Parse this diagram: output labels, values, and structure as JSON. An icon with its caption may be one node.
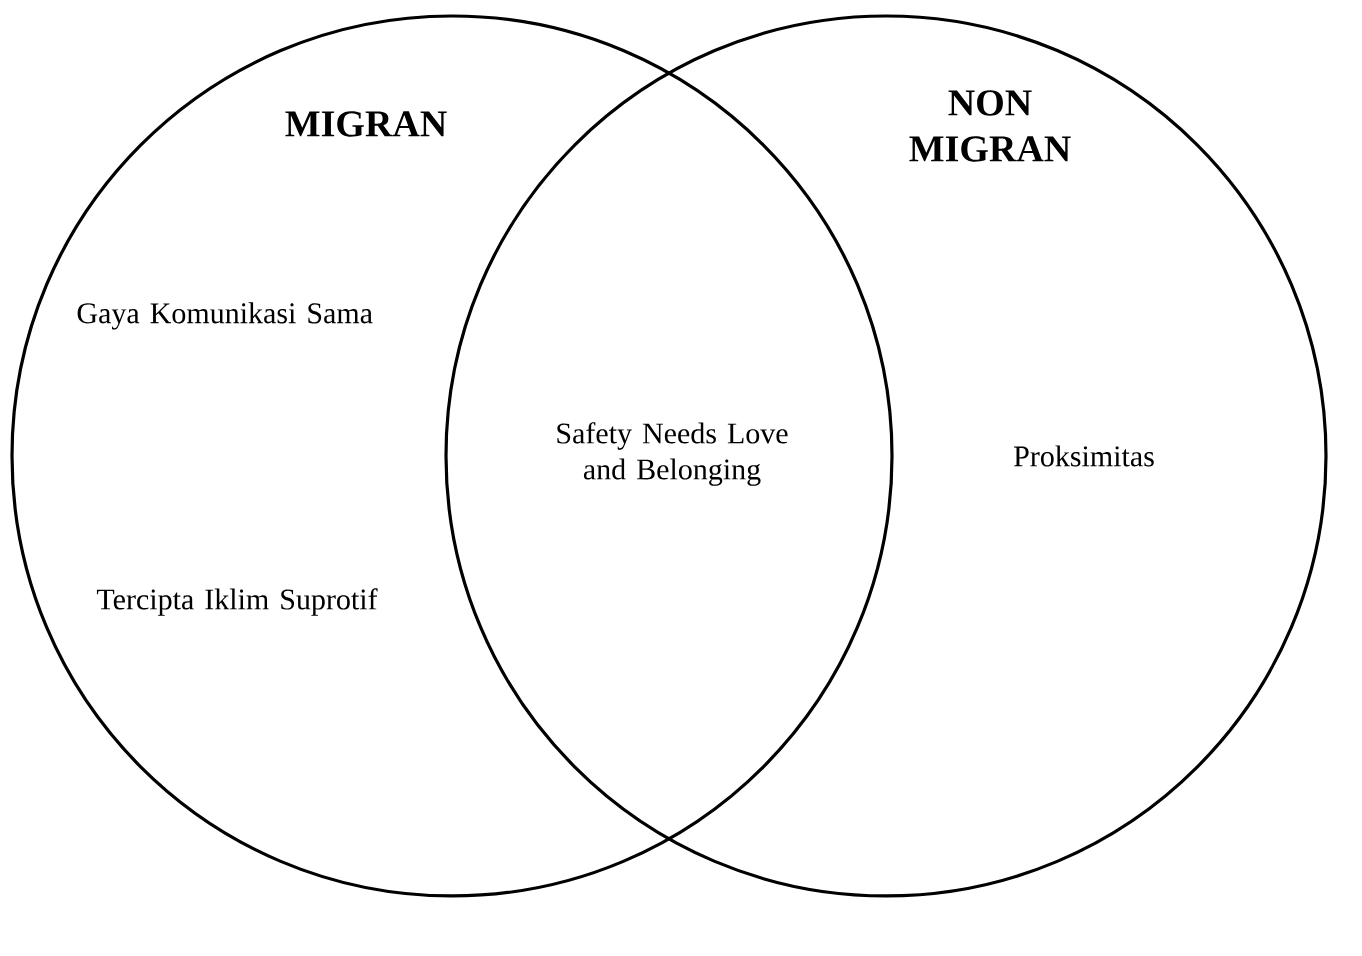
{
  "diagram": {
    "nodes": [
      {
        "text": [
          "MIGRAN",
          "Gaya Komunikasi Sama",
          "Tercipta Iklim Suprotif"
        ]
      },
      {
        "text": [
          "NON MIGRAN",
          "Proksimitas"
        ]
      }
    ],
    "labels": [
      "Safety Needs Love and Belonging"
    ]
  }
}
